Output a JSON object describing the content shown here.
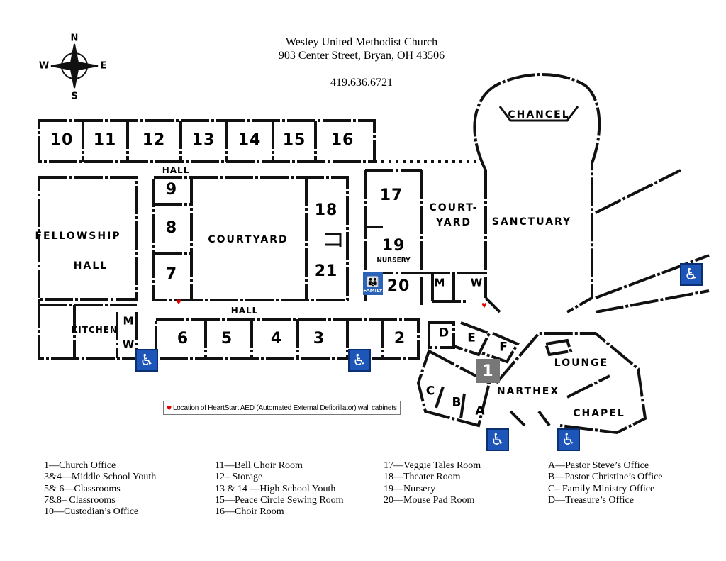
{
  "header": {
    "title": "Wesley United Methodist Church",
    "address": "903 Center Street, Bryan, OH 43506",
    "phone": "419.636.6721"
  },
  "compass": {
    "n": "N",
    "s": "S",
    "e": "E",
    "w": "W"
  },
  "rooms": {
    "r10": "10",
    "r11": "11",
    "r12": "12",
    "r13": "13",
    "r14": "14",
    "r15": "15",
    "r16": "16",
    "r9": "9",
    "r8": "8",
    "r7": "7",
    "r18": "18",
    "r21": "21",
    "r17": "17",
    "r19": "19",
    "r20": "20",
    "r6": "6",
    "r5": "5",
    "r4": "4",
    "r3": "3",
    "r2": "2",
    "r1": "1",
    "rA": "A",
    "rB": "B",
    "rC": "C",
    "rD": "D",
    "rE": "E",
    "rF": "F",
    "m1": "M",
    "w1": "W",
    "m2": "M",
    "w2": "W"
  },
  "areas": {
    "hall_top": "HALL",
    "hall_mid": "HALL",
    "fellowship_1": "FELLOWSHIP",
    "fellowship_2": "HALL",
    "courtyard": "COURTYARD",
    "court_1": "COURT-",
    "court_2": "YARD",
    "sanctuary": "SANCTUARY",
    "chancel": "CHANCEL",
    "kitchen": "KITCHEN",
    "nursery": "NURSERY",
    "family": "FAMILY",
    "narthex": "NARTHEX",
    "lounge": "LOUNGE",
    "chapel": "CHAPEL"
  },
  "icons": {
    "accessible": "wheelchair-icon",
    "aed": "heart-icon",
    "accent": "#1d56b8",
    "heart_color": "#e00000"
  },
  "aed_note": "Location of HeartStart AED (Automated External Defibrillator) wall cabinets",
  "legend": [
    [
      "1—Church Office",
      "3&4—Middle School Youth",
      "5& 6—Classrooms",
      "7&8– Classrooms",
      "10—Custodian’s Office"
    ],
    [
      "11—Bell Choir Room",
      "12– Storage",
      "13 & 14 —High School Youth",
      "15—Peace Circle Sewing Room",
      "16—Choir Room"
    ],
    [
      "17—Veggie Tales Room",
      "18—Theater Room",
      "19—Nursery",
      "20—Mouse Pad Room"
    ],
    [
      "A—Pastor Steve’s Office",
      "B—Pastor Christine’s Office",
      "C– Family Ministry Office",
      "D—Treasure’s Office"
    ]
  ]
}
